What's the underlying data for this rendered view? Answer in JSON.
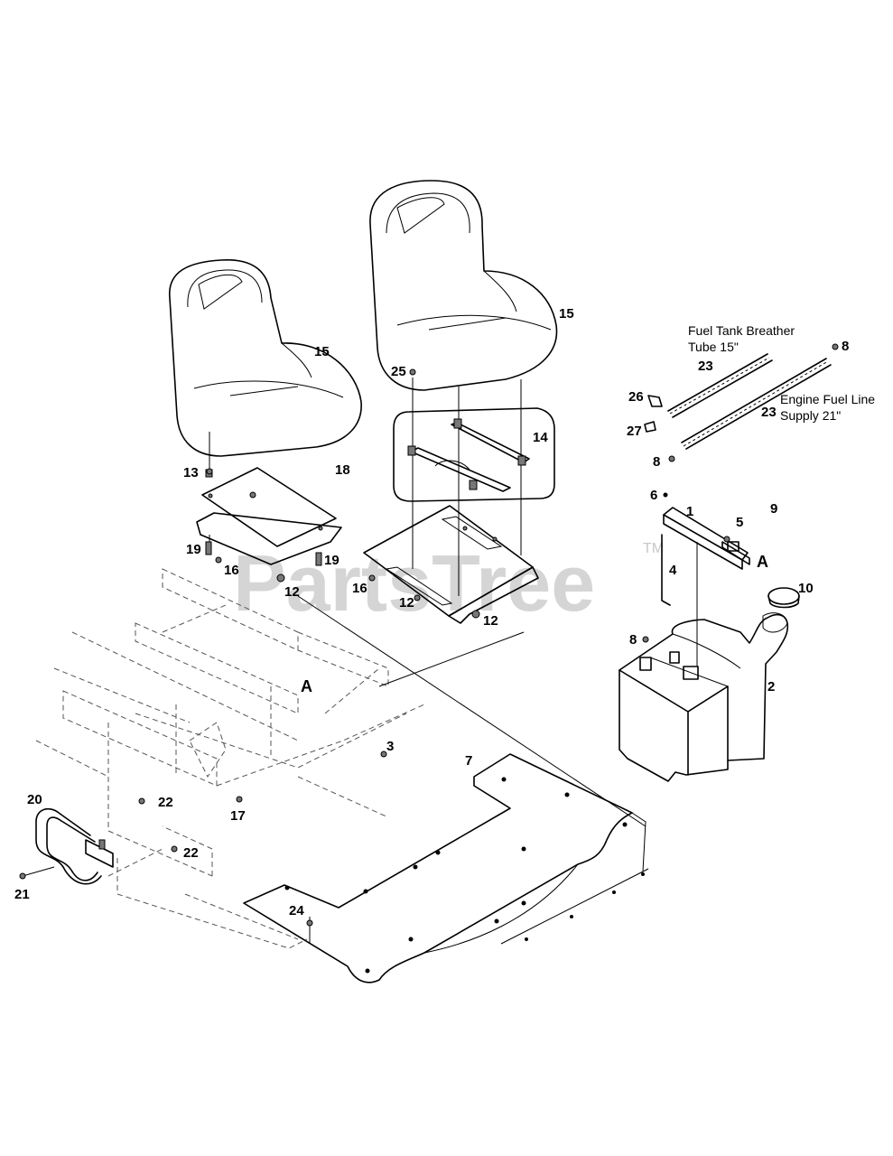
{
  "watermark": {
    "text": "PartsTree",
    "trademark": "TM"
  },
  "annotations": {
    "breather_tube_line1": "Fuel Tank Breather",
    "breather_tube_line2": "Tube 15\"",
    "fuel_line_line1": "Engine Fuel Line",
    "fuel_line_line2": "Supply 21\""
  },
  "callouts": {
    "tank_bracket": "1",
    "fuel_tank": "2",
    "bolt_frame": "3",
    "bracket_rod": "4",
    "nut_bracket": "5",
    "nut_clip": "6",
    "floor_plate": "7",
    "clamp_top": "8",
    "clamp_line": "8",
    "clamp_tank": "8",
    "bracket_clip": "9",
    "fuel_cap": "10",
    "nut_left_plate": "12",
    "nut_right_plate_left": "12",
    "nut_right_plate_right": "12",
    "seat_nut_left": "13",
    "seat_rails": "14",
    "seat_left": "15",
    "seat_right": "15",
    "washer_left": "16",
    "washer_right": "16",
    "bolt_frame_lower": "17",
    "seat_plate_left": "18",
    "spacer_left": "19",
    "spacer_right": "19",
    "grab_handle": "20",
    "handle_bolt": "21",
    "bolt_frame_a": "22",
    "bolt_frame_b": "22",
    "breather_tube": "23",
    "fuel_line": "23",
    "floor_screw": "24",
    "seat_nut_right": "25",
    "elbow_fitting": "26",
    "fitting": "27",
    "ref_a_bracket": "A",
    "ref_a_frame": "A"
  }
}
